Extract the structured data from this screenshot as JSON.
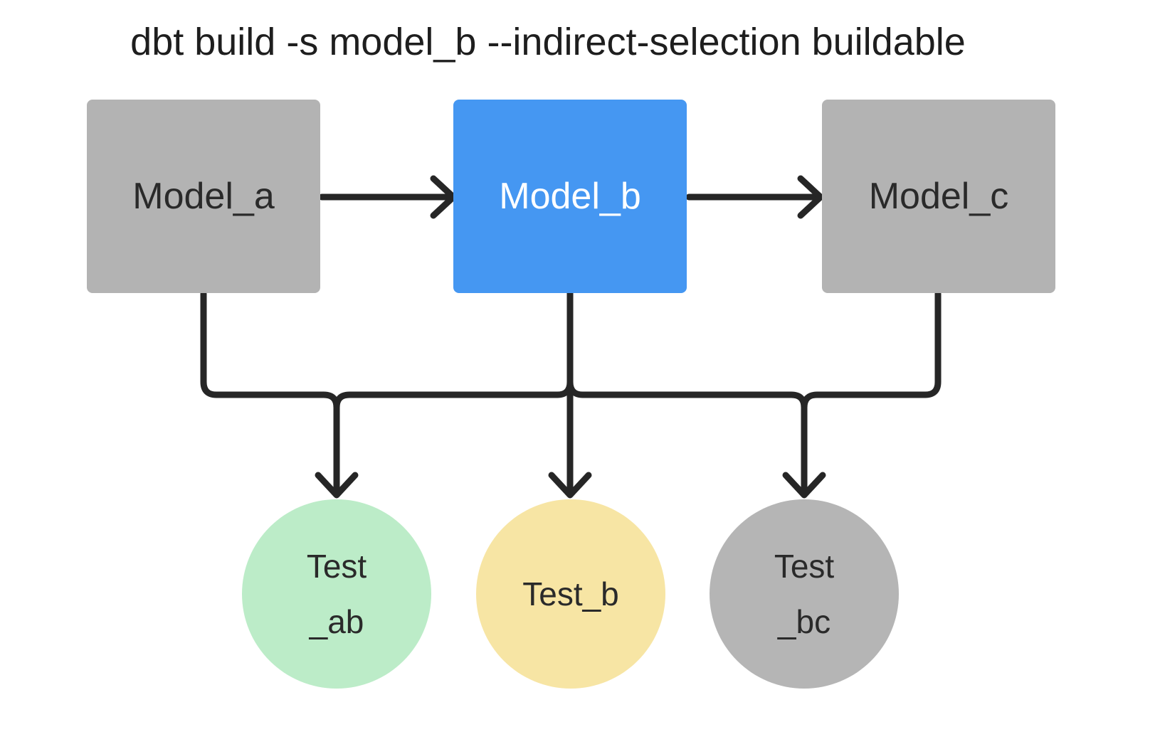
{
  "title": "dbt build -s model_b --indirect-selection buildable",
  "models": [
    {
      "id": "model_a",
      "label": "Model_a",
      "variant": "gray"
    },
    {
      "id": "model_b",
      "label": "Model_b",
      "variant": "blue-selected"
    },
    {
      "id": "model_c",
      "label": "Model_c",
      "variant": "gray"
    }
  ],
  "tests": [
    {
      "id": "test_ab",
      "line1": "Test",
      "line2": "_ab",
      "variant": "green"
    },
    {
      "id": "test_b",
      "line1": "Test_b",
      "line2": "",
      "variant": "yellow"
    },
    {
      "id": "test_bc",
      "line1": "Test",
      "line2": "_bc",
      "variant": "gray"
    }
  ],
  "edges": [
    {
      "from": "Model_a",
      "to": "Model_b",
      "style": "arrow-right"
    },
    {
      "from": "Model_b",
      "to": "Model_c",
      "style": "arrow-right"
    }
  ],
  "bus": {
    "sources": [
      "Model_a",
      "Model_b",
      "Model_c"
    ],
    "targets": [
      "Test_ab",
      "Test_b",
      "Test_bc"
    ],
    "style": "merged-elbow-arrows-down"
  },
  "colors": {
    "background": "#ffffff",
    "model_gray": "#b3b3b3",
    "model_selected_blue": "#4597f2",
    "test_green": "#bcecc8",
    "test_yellow": "#f7e5a4",
    "test_gray": "#b5b5b5",
    "edge_stroke": "#262626",
    "text_dark": "#2a2a2a",
    "text_on_blue": "#ffffff"
  }
}
